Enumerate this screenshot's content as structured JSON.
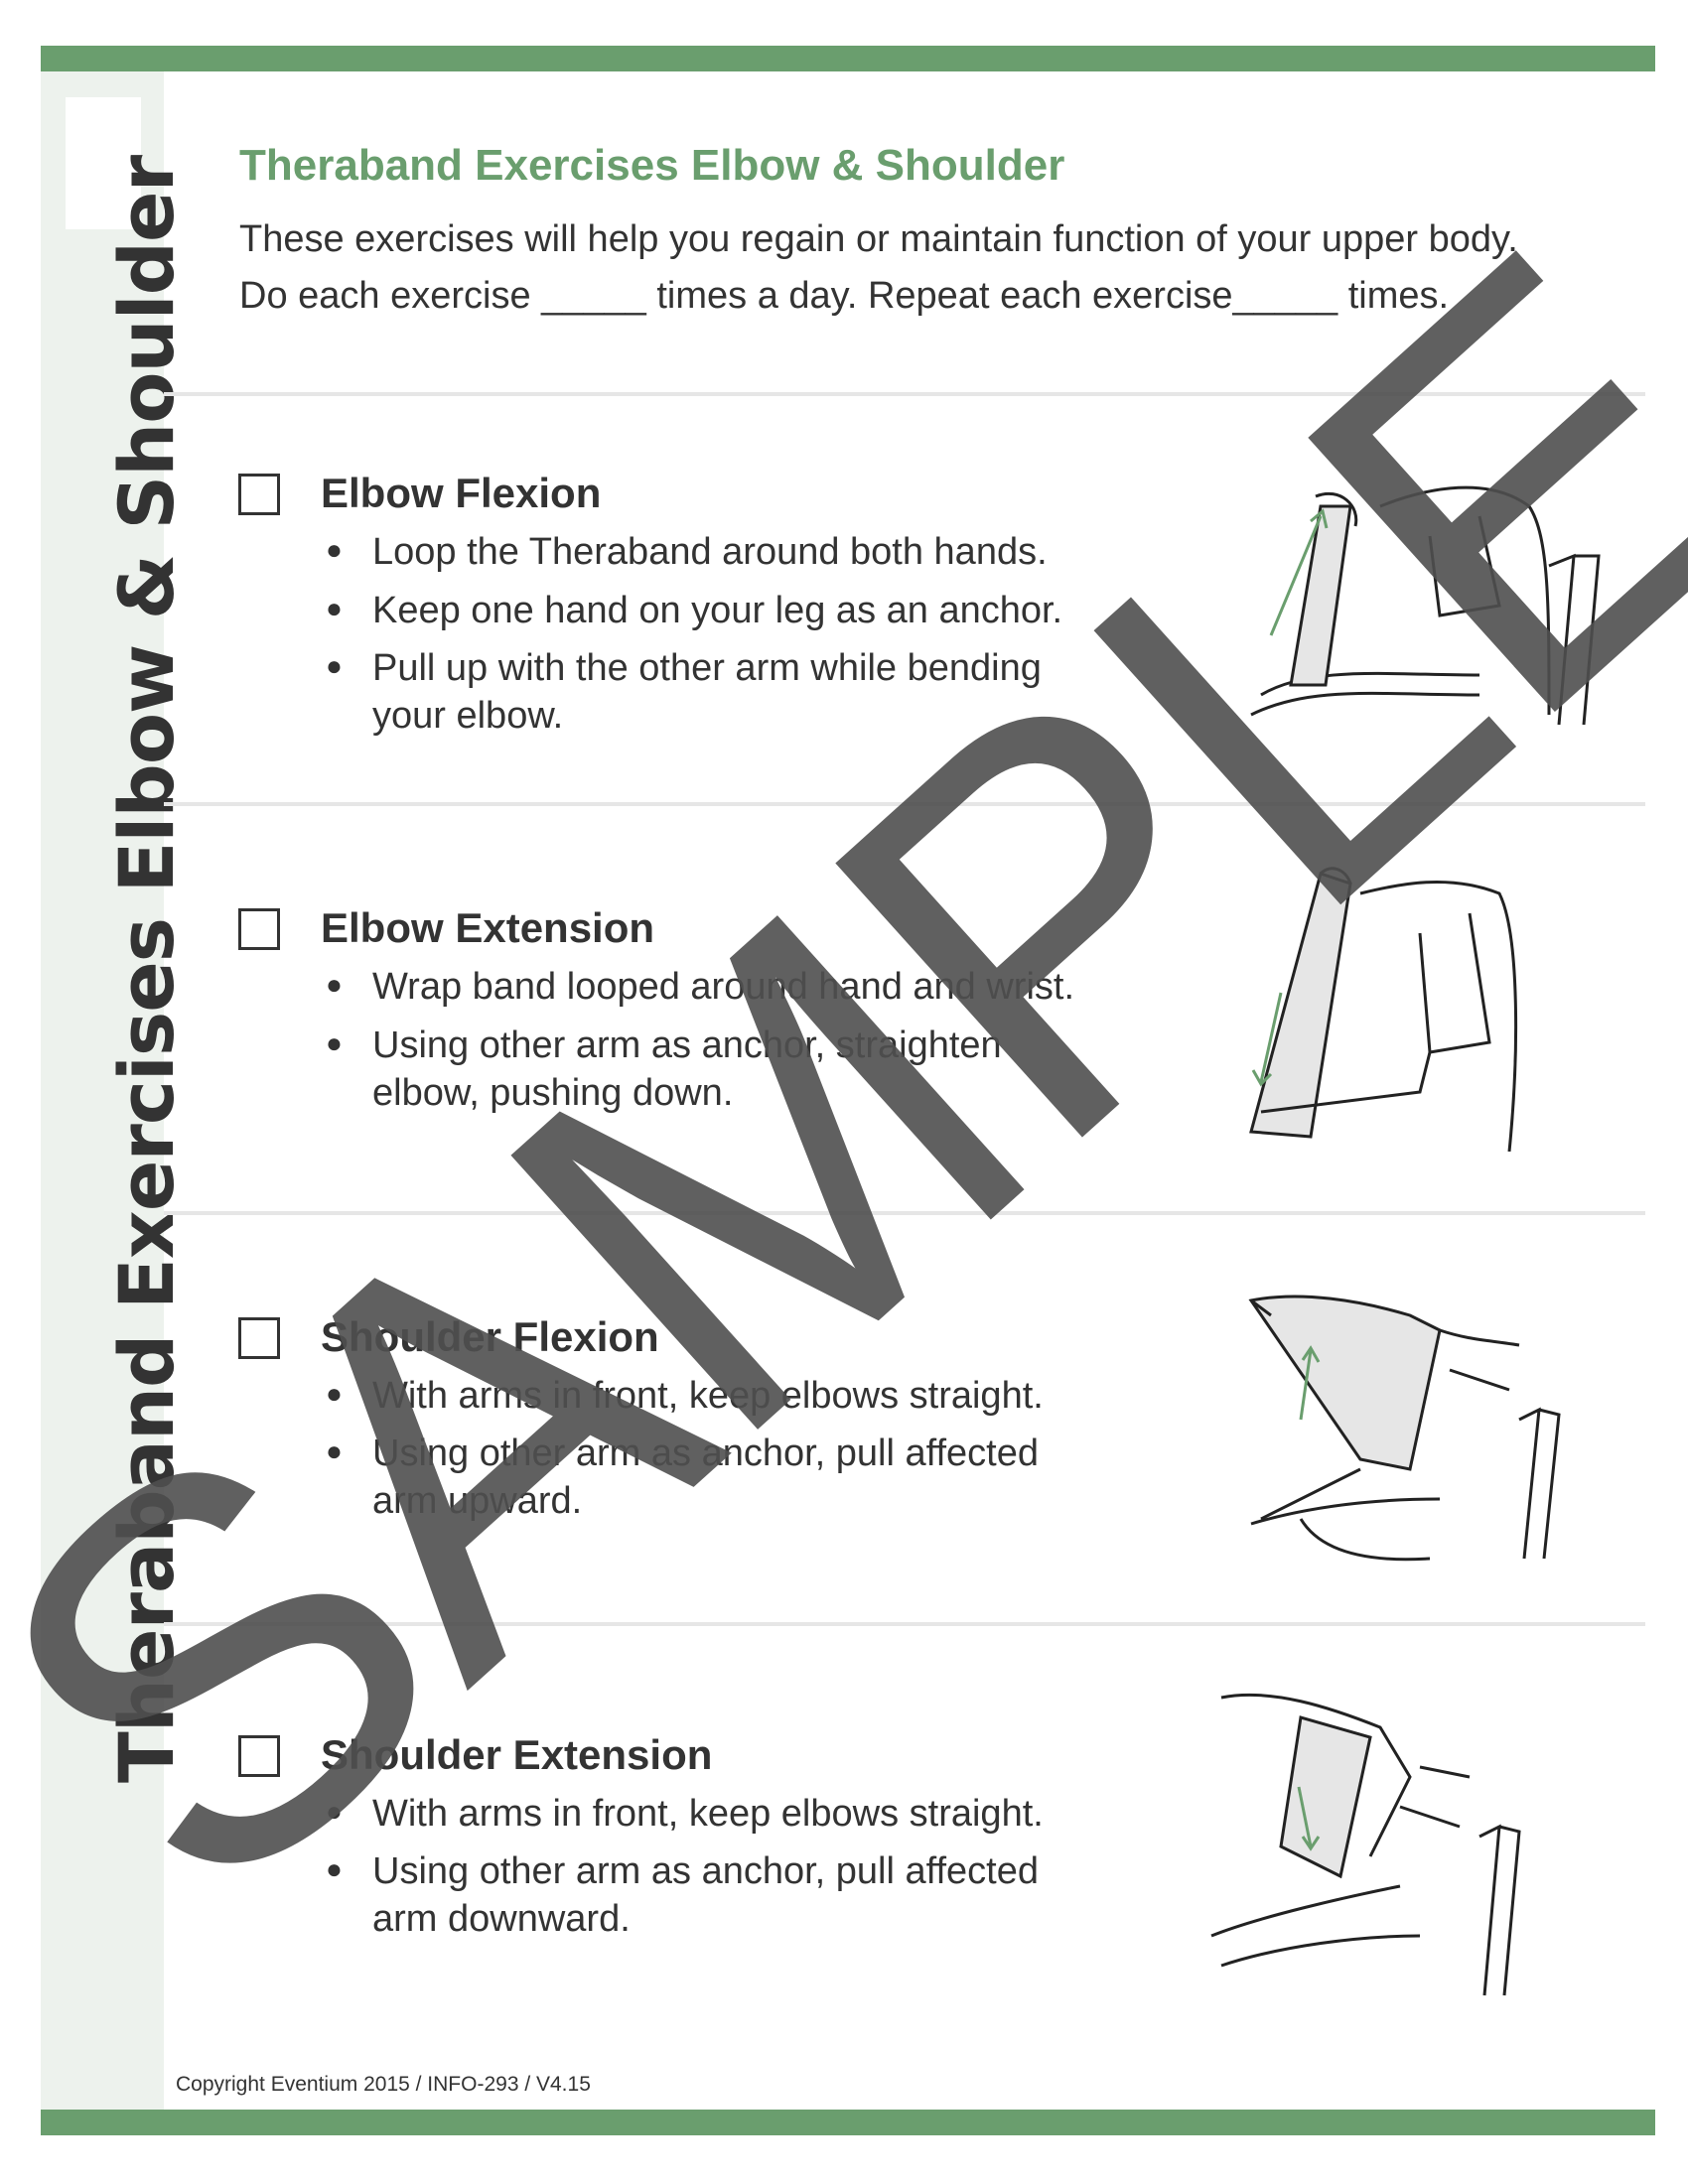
{
  "sidebar": {
    "vertical_title": "Theraband Exercises Elbow & Shoulder"
  },
  "header": {
    "title": "Theraband Exercises Elbow & Shoulder",
    "intro_line1": "These exercises will help you regain or maintain function of your upper body.",
    "intro_line2": "Do each exercise _____ times a day. Repeat each exercise_____ times."
  },
  "exercises": [
    {
      "title": "Elbow Flexion",
      "checked": false,
      "bullets": [
        "Loop the Theraband around both hands.",
        "Keep one hand on your leg as an anchor.",
        "Pull up with the other arm while bending your elbow."
      ],
      "arrow": "up"
    },
    {
      "title": "Elbow Extension",
      "checked": false,
      "bullets": [
        "Wrap band looped around hand and wrist.",
        "Using other arm as anchor, straighten elbow, pushing down."
      ],
      "arrow": "down"
    },
    {
      "title": "Shoulder Flexion",
      "checked": false,
      "bullets": [
        "With arms in front, keep elbows straight.",
        "Using other arm as anchor, pull affected arm upward."
      ],
      "arrow": "up"
    },
    {
      "title": "Shoulder Extension",
      "checked": false,
      "bullets": [
        "With arms in front, keep elbows straight.",
        "Using other arm as anchor, pull affected arm downward."
      ],
      "arrow": "down"
    }
  ],
  "footer": {
    "copyright": "Copyright Eventium 2015 / INFO-293 / V4.15"
  },
  "watermark": {
    "text": "SAMPLE"
  },
  "colors": {
    "accent": "#6a9e6e",
    "sidebar": "#edf2ed",
    "text": "#333333",
    "watermark": "#4f4f4f"
  }
}
